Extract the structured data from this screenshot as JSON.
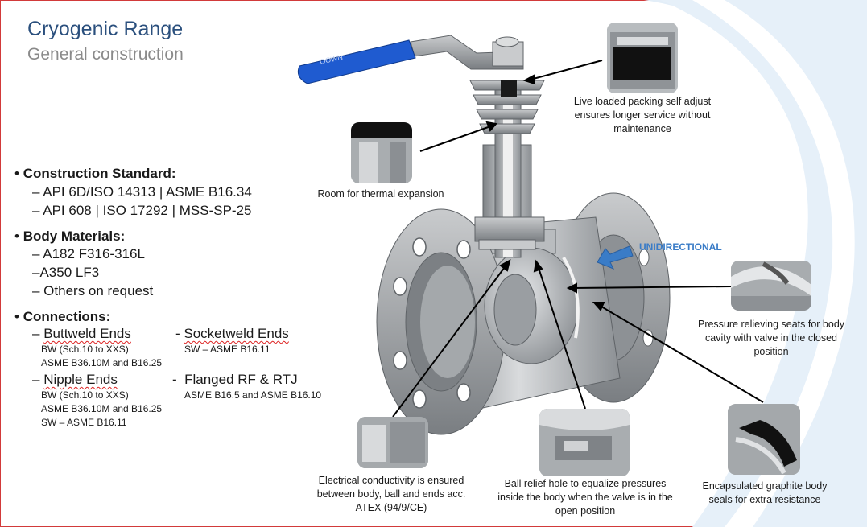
{
  "title": "Cryogenic Range",
  "subtitle": "General construction",
  "construction": {
    "heading": "Construction Standard:",
    "items": [
      "– API 6D/ISO 14313 | ASME B16.34",
      "– API 608 | ISO 17292 | MSS-SP-25"
    ]
  },
  "materials": {
    "heading": "Body Materials:",
    "items": [
      "– A182 F316-316L",
      "–A350 LF3",
      "– Others on request"
    ]
  },
  "connections": {
    "heading": "Connections:",
    "buttweld": {
      "label": "Buttweld Ends",
      "lines": [
        "BW (Sch.10 to XXS)",
        "ASME B36.10M and B16.25"
      ]
    },
    "socketweld": {
      "label": "Socketweld Ends",
      "lines": [
        "SW – ASME B16.11"
      ]
    },
    "nipple": {
      "label": "Nipple Ends",
      "lines": [
        "BW (Sch.10 to XXS)",
        "ASME B36.10M and B16.25",
        "SW – ASME B16.11"
      ]
    },
    "flanged": {
      "label": "Flanged RF & RTJ",
      "lines": [
        "ASME B16.5 and ASME B16.10"
      ]
    }
  },
  "callouts": {
    "packing": "Live loaded packing self adjust ensures longer service without maintenance",
    "thermal": "Room for thermal expansion",
    "direction": "UNIDIRECTIONAL",
    "pressure": "Pressure relieving  seats for body cavity with valve in the closed position",
    "electrical": "Electrical conductivity is ensured between body, ball and ends acc. ATEX (94/9/CE)",
    "ball_relief": "Ball relief hole to equalize pressures inside the body when the valve is in the open position",
    "graphite": "Encapsulated graphite body seals for extra resistance"
  },
  "handle_text": "OOWN",
  "colors": {
    "title": "#2a4f7d",
    "subtitle": "#8a8a8a",
    "accent_blue": "#3a7cc7",
    "handle_blue": "#1f5bd0",
    "border": "#d23a3a"
  }
}
